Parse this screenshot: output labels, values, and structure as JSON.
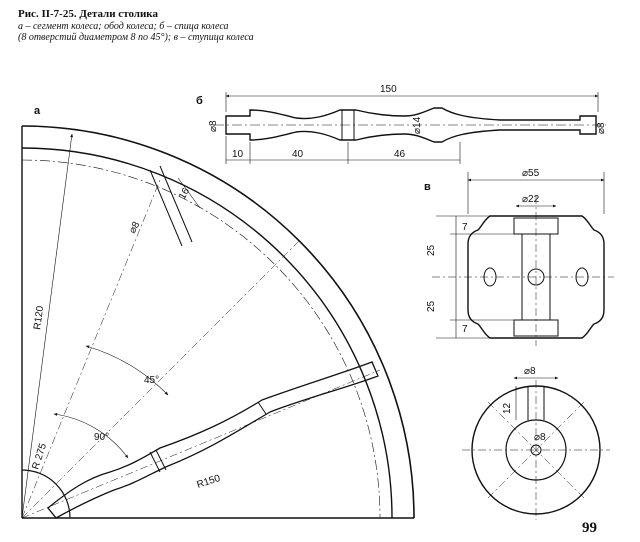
{
  "caption": {
    "title": "Рис. II-7-25. Детали столика",
    "line1": "а – сегмент колеса; обод колеса; б – спица колеса",
    "line2": "(8 отверстий диаметром 8 по 45°); в – ступица колеса"
  },
  "page_number": "99",
  "view_a": {
    "label": "а",
    "dims": {
      "hole": "⌀8",
      "width": "16",
      "radius_outer": "R120",
      "radius_inner": "R 275",
      "radius_small": "R150",
      "angle_45": "45°",
      "angle_90": "90°"
    }
  },
  "view_b": {
    "label": "б",
    "dims": {
      "total": "150",
      "d_left": "⌀8",
      "d_mid": "⌀14",
      "d_right": "⌀8",
      "seg1": "10",
      "seg2": "40",
      "seg3": "46"
    }
  },
  "view_c": {
    "label": "в",
    "dims": {
      "width": "⌀55",
      "hole": "⌀22",
      "top_a": "7",
      "top_b": "25",
      "bot_a": "25",
      "bot_b": "7"
    }
  },
  "view_d": {
    "dims": {
      "hole_top": "⌀8",
      "depth": "12",
      "center": "⌀8"
    }
  }
}
